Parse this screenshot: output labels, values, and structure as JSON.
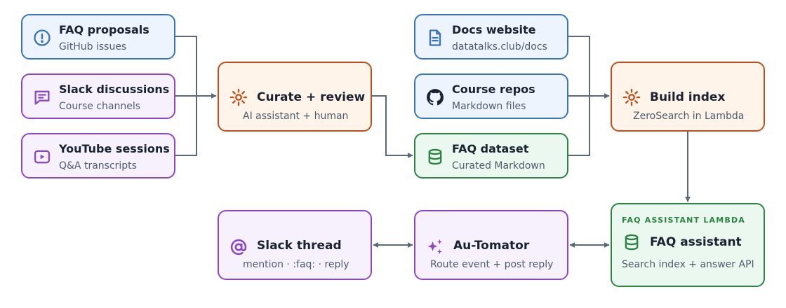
{
  "colors": {
    "edge": "#5b6878",
    "blue_accent": "#3a74b9",
    "purple_accent": "#8b48c6",
    "orange_accent": "#bd4f1c",
    "green_accent": "#2b8443"
  },
  "nodes": {
    "faq_proposals": {
      "title": "FAQ proposals",
      "subtitle": "GitHub issues",
      "icon": "alert-circle-icon"
    },
    "slack_discussions": {
      "title": "Slack discussions",
      "subtitle": "Course channels",
      "icon": "message-icon"
    },
    "youtube_sessions": {
      "title": "YouTube sessions",
      "subtitle": "Q&A transcripts",
      "icon": "video-play-icon"
    },
    "curate_review": {
      "title": "Curate + review",
      "subtitle": "AI assistant + human",
      "icon": "gear-icon"
    },
    "docs_website": {
      "title": "Docs website",
      "subtitle": "datatalks.club/docs",
      "icon": "document-icon"
    },
    "course_repos": {
      "title": "Course repos",
      "subtitle": "Markdown files",
      "icon": "github-icon"
    },
    "faq_dataset": {
      "title": "FAQ dataset",
      "subtitle": "Curated Markdown",
      "icon": "database-icon"
    },
    "build_index": {
      "title": "Build index",
      "subtitle": "ZeroSearch in Lambda",
      "icon": "gear-icon"
    },
    "slack_thread": {
      "title": "Slack thread",
      "subtitle": "mention · :faq: · reply",
      "icon": "at-sign-icon"
    },
    "au_tomator": {
      "title": "Au-Tomator",
      "subtitle": "Route event + post reply",
      "icon": "sparkles-icon"
    },
    "faq_assistant": {
      "kicker": "FAQ ASSISTANT LAMBDA",
      "title": "FAQ assistant",
      "subtitle": "Search index + answer API",
      "icon": "database-icon"
    }
  }
}
